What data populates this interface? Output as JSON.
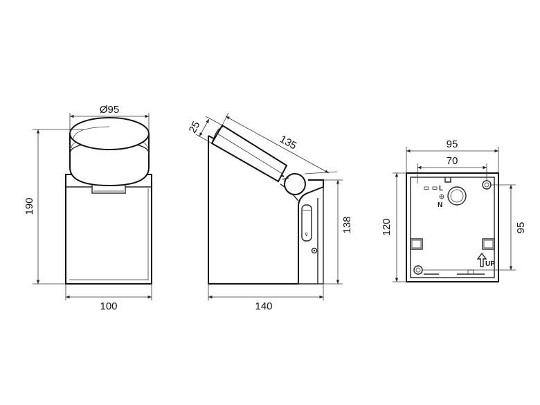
{
  "front_view": {
    "diameter_label": "Ø95",
    "height_label": "190",
    "width_label": "100"
  },
  "side_view": {
    "head_thickness_label": "25",
    "arm_length_label": "135",
    "height_label": "138",
    "depth_label": "140"
  },
  "back_view": {
    "outer_width_label": "95",
    "inner_width_label": "70",
    "outer_height_label": "120",
    "inner_height_label": "95",
    "terminal_l": "L",
    "terminal_n": "N",
    "up_label": "UP"
  }
}
